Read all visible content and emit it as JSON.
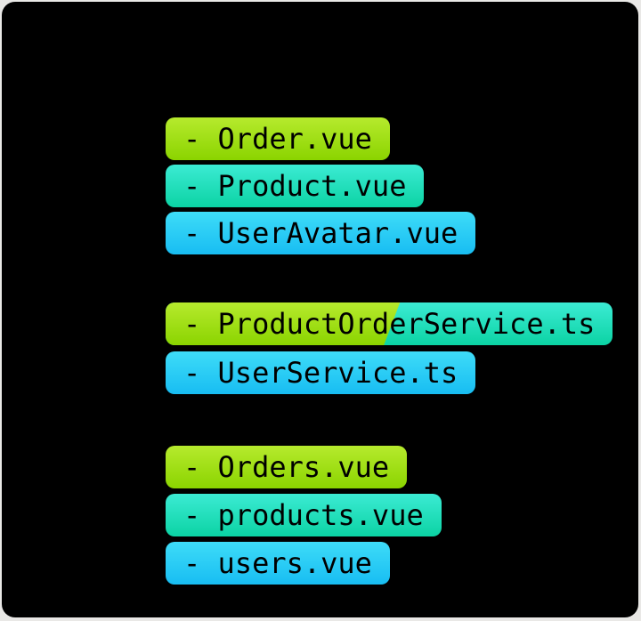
{
  "page": {
    "bg_color": "#e9e8e6",
    "panel_color": "#000000"
  },
  "colors": {
    "green_top": "#b6ea2d",
    "green_bottom": "#8bd400",
    "teal_top": "#3cebd4",
    "teal_bottom": "#0bd3a4",
    "cyan_top": "#3edcf8",
    "cyan_bottom": "#18bdf2",
    "text": "#000000"
  },
  "groups": [
    {
      "items": [
        {
          "label": "- Order.vue",
          "highlight": "green"
        },
        {
          "label": "- Product.vue",
          "highlight": "teal"
        },
        {
          "label": "- UserAvatar.vue",
          "highlight": "cyan"
        }
      ]
    },
    {
      "items": [
        {
          "label": "- ProductOrderService.ts",
          "highlight": "green-teal-diagonal-split"
        },
        {
          "label": "- UserService.ts",
          "highlight": "cyan"
        }
      ]
    },
    {
      "items": [
        {
          "label": "- Orders.vue",
          "highlight": "green"
        },
        {
          "label": "- products.vue",
          "highlight": "teal"
        },
        {
          "label": "- users.vue",
          "highlight": "cyan"
        }
      ]
    }
  ]
}
